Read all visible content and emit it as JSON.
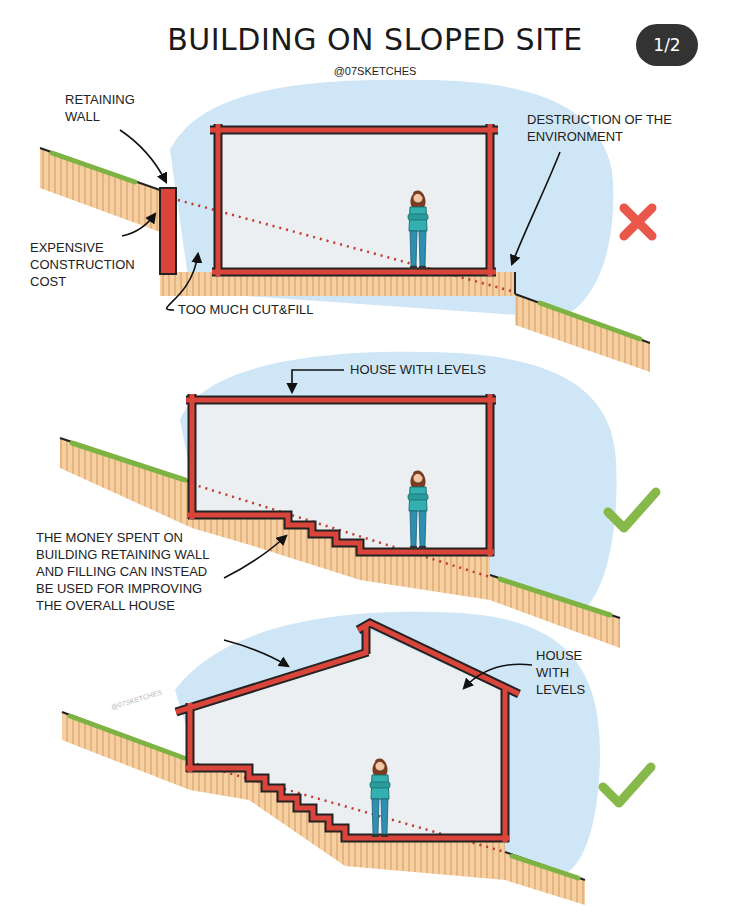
{
  "diagram": {
    "title": "BUILDING ON SLOPED SITE",
    "nodes": [
      {
        "text": [
          "1/2"
        ]
      }
    ],
    "labels": [
      "@07SKETCHES",
      "RETAINING WALL",
      "DESTRUCTION OF THE ENVIRONMENT",
      "EXPENSIVE CONSTRUCTION COST",
      "TOO MUCH CUT&FILL",
      "HOUSE WITH LEVELS",
      "THE MONEY SPENT ON BUILDING RETAINING WALL AND FILLING CAN INSTEAD BE USED FOR IMPROVING THE OVERALL HOUSE",
      "HOUSE WITH LEVELS",
      "@07SKETCHES"
    ]
  }
}
